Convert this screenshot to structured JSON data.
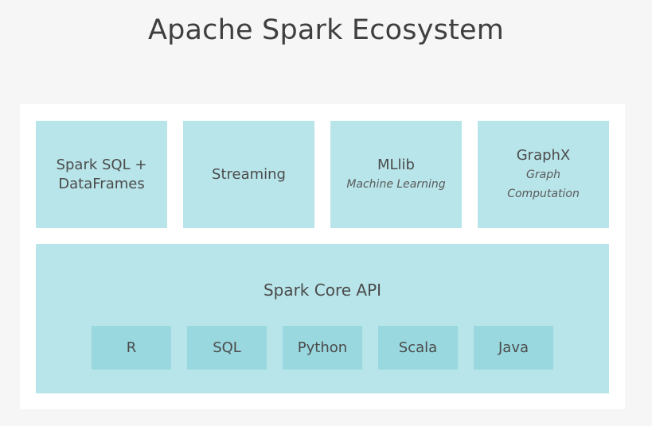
{
  "title": "Apache Spark Ecosystem",
  "libraries": [
    {
      "name": "Spark SQL +\nDataFrames",
      "subtitle": ""
    },
    {
      "name": "Streaming",
      "subtitle": ""
    },
    {
      "name": "MLlib",
      "subtitle": "Machine Learning"
    },
    {
      "name": "GraphX",
      "subtitle": "Graph\nComputation"
    }
  ],
  "core": {
    "title": "Spark Core API",
    "languages": [
      "R",
      "SQL",
      "Python",
      "Scala",
      "Java"
    ]
  },
  "colors": {
    "background": "#f6f6f6",
    "panel": "#ffffff",
    "box": "#b8e5ea",
    "language_box": "#99d8df",
    "text": "#4b4b4b"
  }
}
